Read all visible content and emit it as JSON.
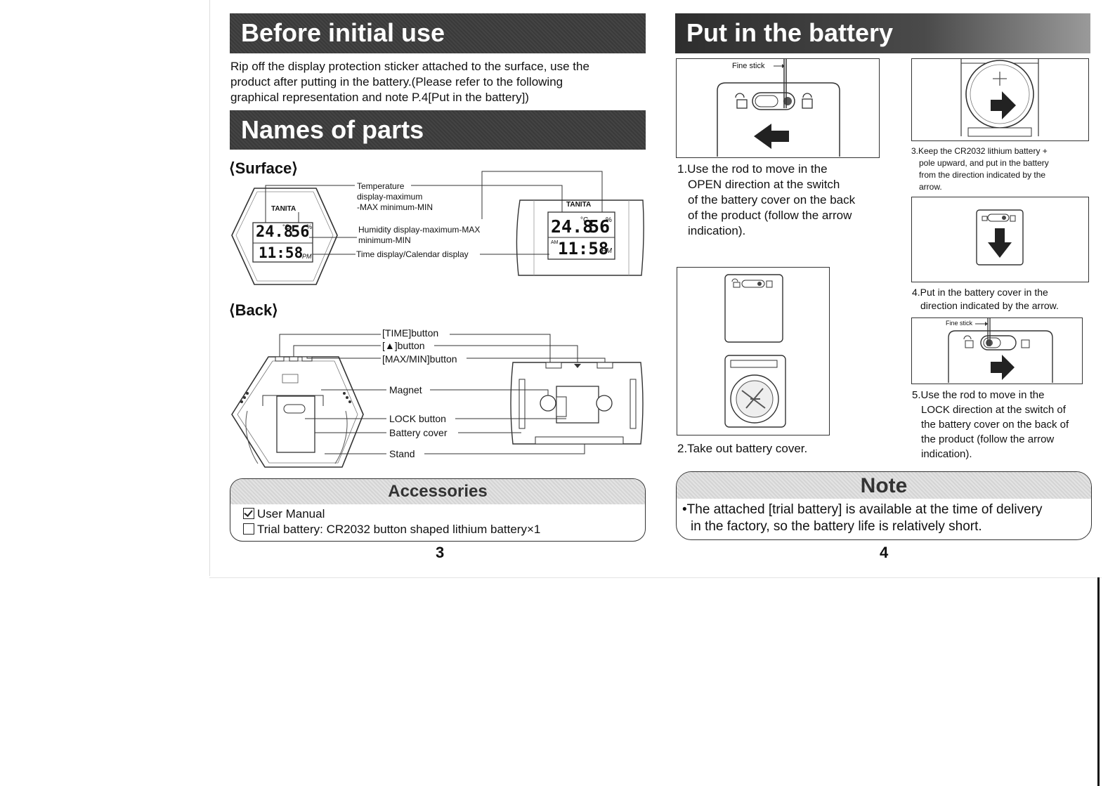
{
  "left": {
    "before_title": "Before initial use",
    "before_text_1": "Rip off the display protection sticker attached to the surface, use the",
    "before_text_2": "product after putting in the battery.(Please refer to the following",
    "before_text_3": "graphical representation and note P.4[Put in the battery])",
    "names_title": "Names of parts",
    "surface_heading": "⟨Surface⟩",
    "back_heading": "⟨Back⟩",
    "surface_labels": {
      "temp_1": "Temperature",
      "temp_2": "display-maximum",
      "temp_3": "-MAX minimum-MIN",
      "hum_1": "Humidity display-maximum-MAX",
      "hum_2": "minimum-MIN",
      "time": "Time display/Calendar display"
    },
    "back_labels": {
      "time_button": "[TIME]button",
      "up_button": "[▲]button",
      "maxmin_button": "[MAX/MIN]button",
      "magnet": "Magnet",
      "lock": "LOCK button",
      "cover": "Battery cover",
      "stand": "Stand"
    },
    "device": {
      "brand": "TANITA",
      "temp": "24.8",
      "temp_unit": "°C",
      "hum": "56",
      "hum_unit": "%",
      "time": "11:58",
      "pm": "PM",
      "am": "AM"
    },
    "accessories_title": "Accessories",
    "accessory_1": "User Manual",
    "accessory_2": "Trial battery: CR2032 button shaped lithium battery×1",
    "page": "3"
  },
  "right": {
    "title": "Put in the battery",
    "fine_stick": "Fine stick",
    "step1_1": "1.Use the rod to move in the",
    "step1_2": "OPEN direction at the switch",
    "step1_3": "of the battery cover on the back",
    "step1_4": "of the product (follow the arrow",
    "step1_5": "indication).",
    "step2": "2.Take out battery cover.",
    "step3_1": "3.Keep the CR2032 lithium battery +",
    "step3_2": "pole upward, and put in the battery",
    "step3_3": "from the direction indicated by the",
    "step3_4": "arrow.",
    "step4_1": "4.Put in the battery cover in the",
    "step4_2": "direction indicated by the arrow.",
    "step5_1": "5.Use the rod to move in the",
    "step5_2": "LOCK direction at the switch of",
    "step5_3": "the battery cover on the back of",
    "step5_4": "the product (follow the arrow",
    "step5_5": "indication).",
    "note_title": "Note",
    "note_1": "•The attached [trial battery] is available at the time of delivery",
    "note_2": "in the factory, so the battery life is relatively short.",
    "page": "4"
  }
}
